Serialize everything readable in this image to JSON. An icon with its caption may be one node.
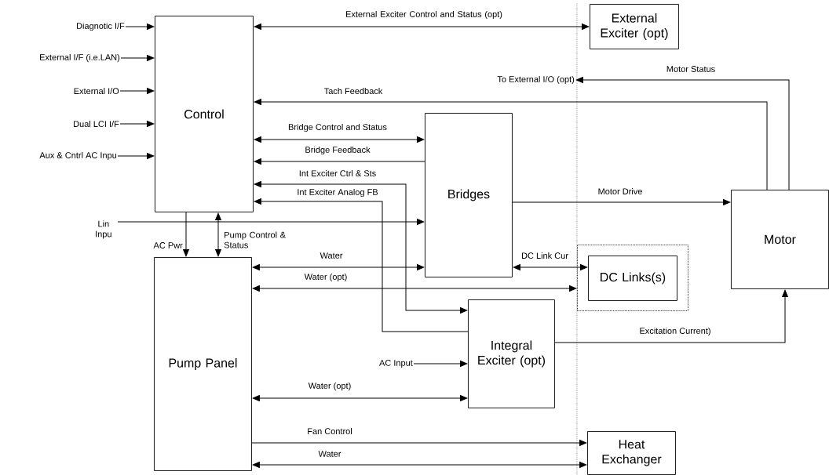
{
  "diagram": {
    "nodes": [
      {
        "text": [
          "Diagnotic I/F"
        ]
      },
      {
        "text": [
          "External I/F (i.e.LAN)"
        ]
      },
      {
        "text": [
          "External I/O"
        ]
      },
      {
        "text": [
          "Dual LCI I/F"
        ]
      },
      {
        "text": [
          "Aux & Cntrl AC Inpu"
        ]
      },
      {
        "text": [
          "Lin Inpu"
        ]
      },
      {
        "text": [
          "Control"
        ]
      },
      {
        "text": [
          "External Exciter (opt)"
        ]
      },
      {
        "text": [
          "To External I/O (opt)"
        ]
      },
      {
        "text": [
          "Bridges"
        ]
      },
      {
        "text": [
          "Motor"
        ]
      },
      {
        "text": [
          "Pump Panel"
        ]
      },
      {
        "text": [],
        "shape": "box"
      },
      {
        "text": [
          "DC Links(s)"
        ],
        "in": 12
      },
      {
        "text": [
          "Integral Exciter (opt)"
        ]
      },
      {
        "text": [
          "AC Input"
        ]
      },
      {
        "text": [
          "Heat Exchanger"
        ]
      }
    ],
    "edges": [
      {
        "from": 0,
        "to": 6,
        "arrow": "to"
      },
      {
        "from": 1,
        "to": 6,
        "arrow": "to"
      },
      {
        "from": 2,
        "to": 6,
        "arrow": "to"
      },
      {
        "from": 3,
        "to": 6,
        "arrow": "to"
      },
      {
        "from": 4,
        "to": 6,
        "arrow": "to"
      },
      {
        "from": 6,
        "to": 7,
        "arrow": "both",
        "label": "External Exciter Control and Status (opt)"
      },
      {
        "from": 10,
        "to": 8,
        "arrow": "to",
        "label": "Motor Status"
      },
      {
        "from": 10,
        "to": 6,
        "arrow": "to",
        "label": "Tach Feedback"
      },
      {
        "from": 6,
        "to": 9,
        "arrow": "both",
        "label": "Bridge Control and Status"
      },
      {
        "from": 9,
        "to": 6,
        "arrow": "to",
        "label": "Bridge Feedback"
      },
      {
        "from": 14,
        "to": 6,
        "arrow": "both",
        "label": "Int Exciter Ctrl & Sts"
      },
      {
        "from": 14,
        "to": 6,
        "arrow": "to",
        "label": "Int Exciter Analog FB"
      },
      {
        "from": 5,
        "to": 9,
        "arrow": "to"
      },
      {
        "from": 9,
        "to": 10,
        "arrow": "to",
        "label": "Motor Drive"
      },
      {
        "from": 6,
        "to": 11,
        "arrow": "to",
        "label": "AC Pwr"
      },
      {
        "from": 11,
        "to": 6,
        "arrow": "both",
        "label": "Pump Control & Status"
      },
      {
        "from": 11,
        "to": 9,
        "arrow": "both",
        "label": "Water"
      },
      {
        "from": 11,
        "to": 12,
        "arrow": "both",
        "label": "Water (opt)"
      },
      {
        "from": 9,
        "to": 13,
        "arrow": "both",
        "label": "DC Link Cur"
      },
      {
        "from": 14,
        "to": 10,
        "arrow": "to",
        "label": "Excitation Current)"
      },
      {
        "from": 15,
        "to": 14,
        "arrow": "to"
      },
      {
        "from": 11,
        "to": 14,
        "arrow": "both",
        "label": "Water (opt)"
      },
      {
        "from": 11,
        "to": 16,
        "arrow": "to",
        "label": "Fan Control"
      },
      {
        "from": 11,
        "to": 16,
        "arrow": "both",
        "label": "Water"
      }
    ]
  }
}
